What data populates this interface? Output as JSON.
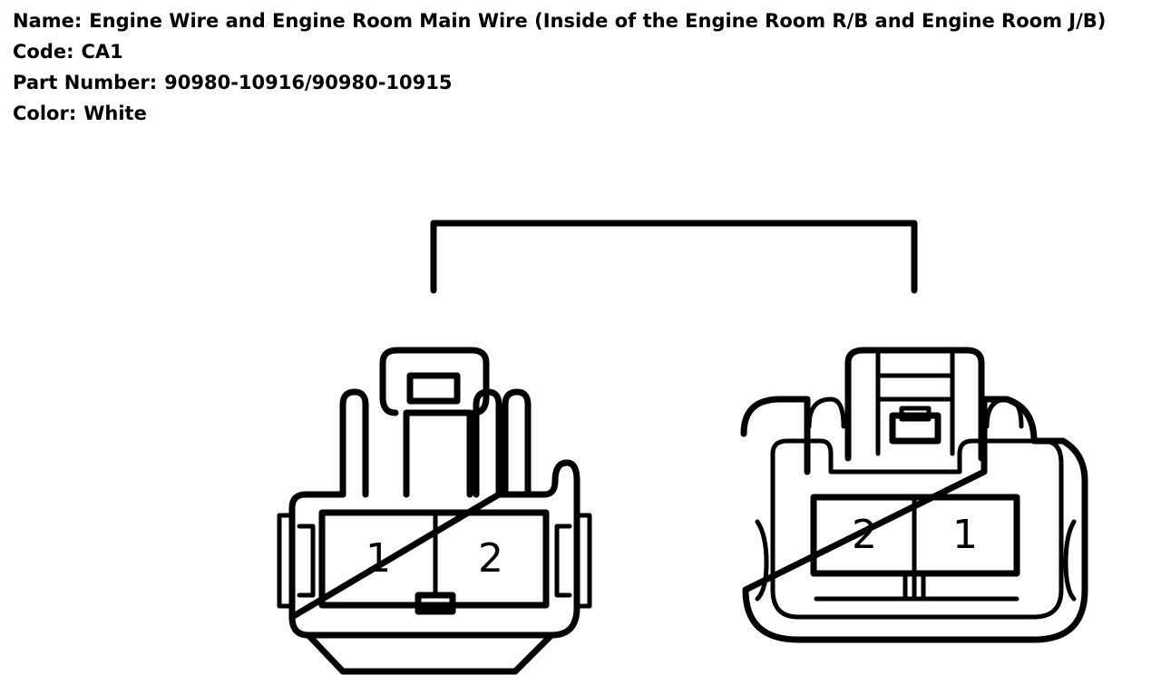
{
  "info": {
    "name_label": "Name:",
    "name_value": "Engine Wire and Engine Room Main Wire (Inside of the Engine Room R/B and Engine Room J/B)",
    "code_label": "Code:",
    "code_value": "CA1",
    "part_label": "Part Number:",
    "part_value": "90980-10916/90980-10915",
    "color_label": "Color:",
    "color_value": "White"
  },
  "connectors": {
    "left": {
      "pins": [
        "1",
        "2"
      ]
    },
    "right": {
      "pins": [
        "2",
        "1"
      ]
    }
  }
}
